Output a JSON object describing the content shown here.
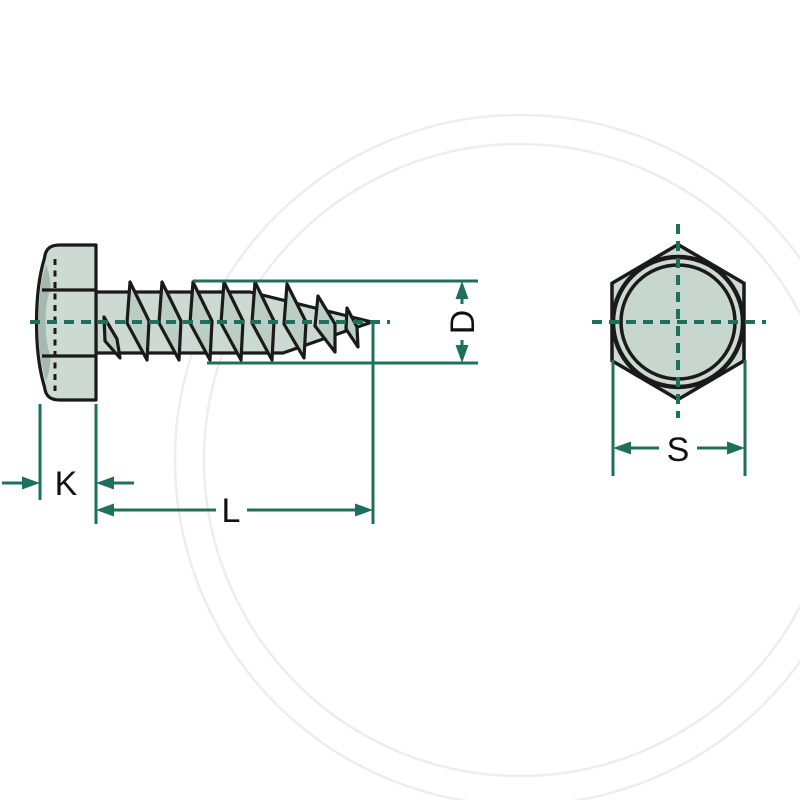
{
  "page": {
    "background": "#ffffff"
  },
  "diagram": {
    "kind": "technical-drawing",
    "subject": "hex-head-self-tapping-screw",
    "views": {
      "side": "screw side profile with hex head and tapered thread",
      "end": "hex head end view with inscribed chamfer circles"
    },
    "labels": {
      "head_height": "K",
      "length": "L",
      "thread_diameter": "D",
      "width_across_flats": "S"
    },
    "colors": {
      "dimension_teal": "#1e6f5c",
      "outline_black": "#1a1a1a",
      "steel_light": "#cdd9d3",
      "steel_mid": "#bccdc5",
      "steel_dark": "#a4b9af",
      "watermark_gray": "#ededed",
      "background": "#ffffff"
    }
  }
}
